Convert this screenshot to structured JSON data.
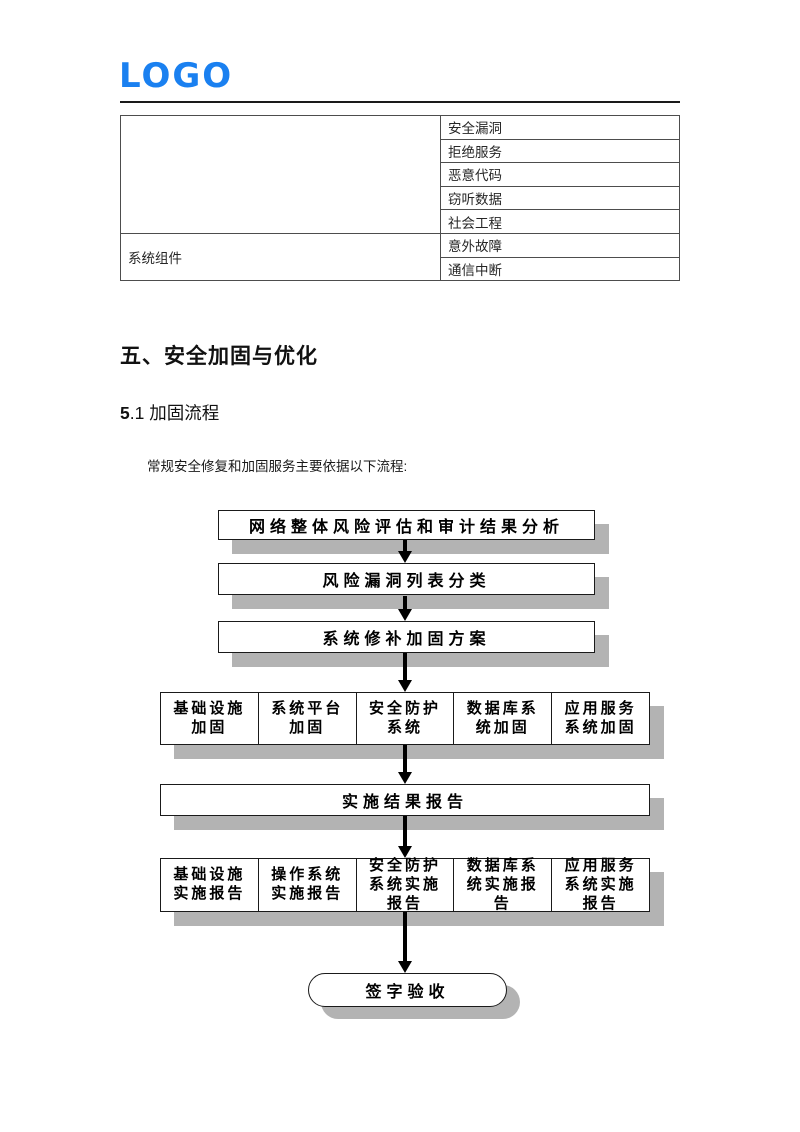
{
  "header": {
    "logo_text": "LOGO",
    "logo_color": "#1a80f0"
  },
  "threat_table": {
    "group1_label": "",
    "group1_items": [
      "安全漏洞",
      "拒绝服务",
      "恶意代码",
      "窃听数据",
      "社会工程"
    ],
    "group2_label": "系统组件",
    "group2_items": [
      "意外故障",
      "通信中断"
    ]
  },
  "section": {
    "heading": "五、安全加固与优化",
    "subheading_number": "5",
    "subheading_rest": ".1 加固流程",
    "intro": "常规安全修复和加固服务主要依据以下流程:"
  },
  "flowchart": {
    "step1": "网络整体风险评估和审计结果分析",
    "step2": "风险漏洞列表分类",
    "step3": "系统修补加固方案",
    "hardening_cells": [
      {
        "lines": [
          "基础设施",
          "加固"
        ]
      },
      {
        "lines": [
          "系统平台",
          "加固"
        ]
      },
      {
        "lines": [
          "安全防护",
          "系统"
        ]
      },
      {
        "lines": [
          "数据库系",
          "统加固"
        ]
      },
      {
        "lines": [
          "应用服务",
          "系统加固"
        ]
      }
    ],
    "step4": "实施结果报告",
    "report_cells": [
      {
        "lines": [
          "基础设施",
          "实施报告"
        ]
      },
      {
        "lines": [
          "操作系统",
          "实施报告"
        ]
      },
      {
        "lines": [
          "安全防护",
          "系统实施",
          "报告"
        ]
      },
      {
        "lines": [
          "数据库系",
          "统实施报",
          "告"
        ]
      },
      {
        "lines": [
          "应用服务",
          "系统实施",
          "报告"
        ]
      }
    ],
    "terminator": "签字验收",
    "shadow_color": "#b3b3b3",
    "line_color": "#000000"
  }
}
